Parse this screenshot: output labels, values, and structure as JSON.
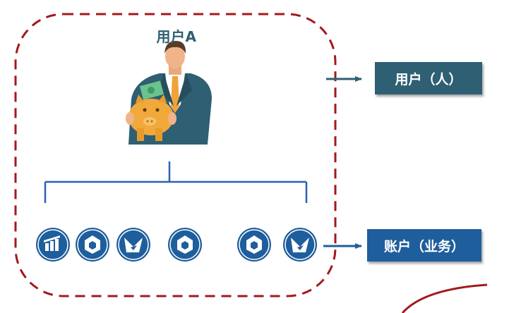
{
  "user": {
    "title": "用户A"
  },
  "labels": {
    "user_tag": "用户（人）",
    "account_tag": "账户（业务）"
  },
  "accounts": [
    {
      "icon": "bars-logo-icon"
    },
    {
      "icon": "hexagon-logo-icon"
    },
    {
      "icon": "fold-logo-icon"
    },
    {
      "icon": "hexagon-logo-icon"
    },
    {
      "icon": "hexagon-logo-icon"
    },
    {
      "icon": "fold-logo-icon"
    }
  ],
  "colors": {
    "boundary": "#a3191b",
    "user_tag": "#2e5f73",
    "account_tag": "#1f5e9c",
    "bracket": "#2a62b6",
    "icon_bg": "#1f5e9c"
  }
}
